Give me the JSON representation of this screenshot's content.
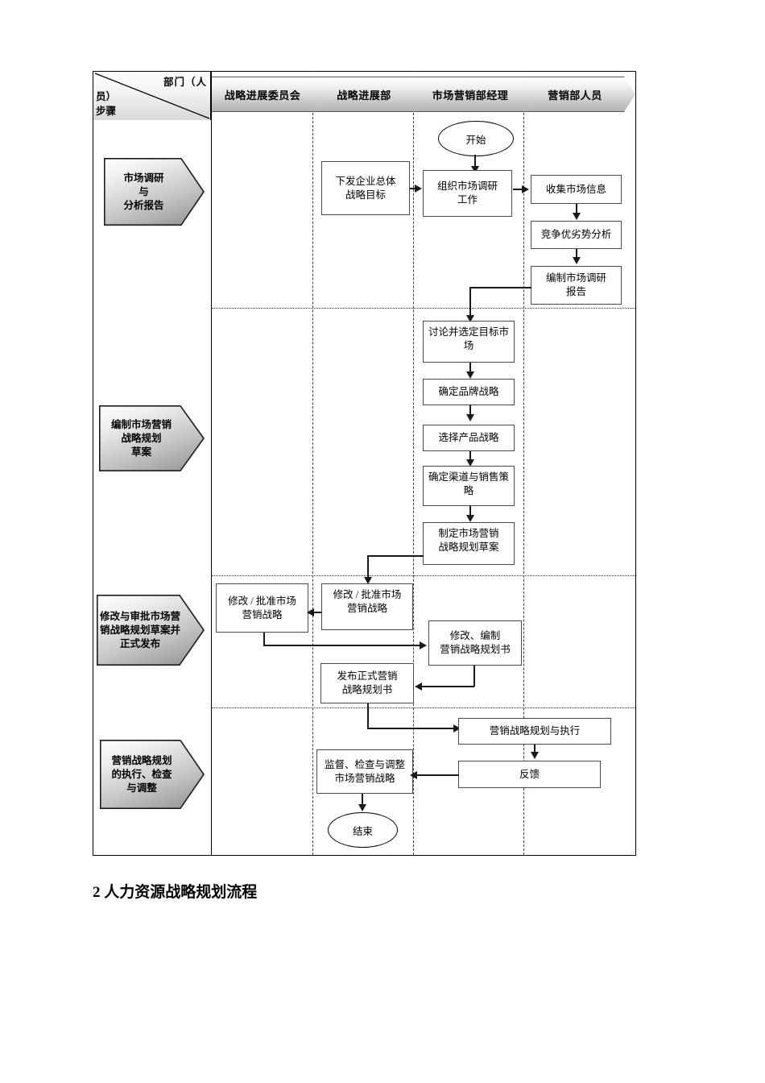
{
  "header": {
    "corner": {
      "dept_line1": "部门（人",
      "dept_line2": "员）",
      "step_label": "步骤"
    },
    "columns": [
      {
        "label": "战略进展委员会"
      },
      {
        "label": "战略进展部"
      },
      {
        "label": "市场营销部经理"
      },
      {
        "label": "营销部人员"
      }
    ]
  },
  "steps": [
    {
      "label": "市场调研\n与\n分析报告"
    },
    {
      "label": "编制市场营销\n战略规划\n草案"
    },
    {
      "label": "修改与审批市场营\n销战略规划草案并\n正式发布"
    },
    {
      "label": "营销战略规划\n的执行、检查\n与调整"
    }
  ],
  "nodes": {
    "start": "开始",
    "end": "结束",
    "issue_overall_goal": "下发企业总体\n战略目标",
    "organize_research": "组织市场调研\n工作",
    "collect_market_info": "收集市场信息",
    "competitive_analysis": "竞争优劣势分析",
    "compile_research_report": "编制市场调研\n报告",
    "discuss_select_target": "讨论并选定目标市\n场",
    "determine_brand_strategy": "确定品牌战略",
    "select_product_strategy": "选择产品战略",
    "determine_channel_sales": "确定渠道与销售策\n略",
    "draft_marketing_plan": "制定市场营销\n战略规划草案",
    "approve_committee": "修改 / 批准市场\n营销战略",
    "approve_department": "修改 / 批准市场\n营销战略",
    "revise_compile_plan": "修改、编制\n营销战略规划书",
    "publish_official_plan": "发布正式营销\n战略规划书",
    "plan_and_execute": "营销战略规划与执行",
    "feedback": "反馈",
    "supervise_check_adjust": "监督、检查与调整\n市场营销战略"
  },
  "caption": {
    "text": "2  人力资源战略规划流程"
  },
  "colors": {
    "line": "#1a1a1a",
    "box_border": "#4a4a4a",
    "divider": "#333333",
    "header_gradient_light": "#fefefe",
    "header_gradient_dark": "#b3b3b3"
  }
}
